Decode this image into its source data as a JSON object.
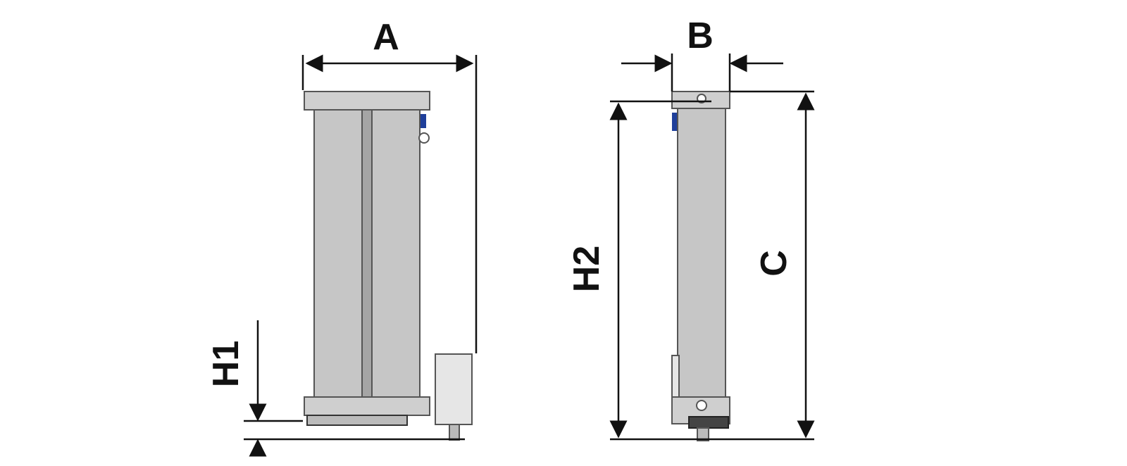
{
  "labels": {
    "A": "A",
    "B": "B",
    "C": "C",
    "H1": "H1",
    "H2": "H2"
  },
  "colors": {
    "body": "#c8c8c8",
    "body_dark": "#a9a9a9",
    "cap": "#cfcfcf",
    "line": "#111111",
    "accent": "#1f3f9a",
    "box": "#e6e6e6"
  }
}
